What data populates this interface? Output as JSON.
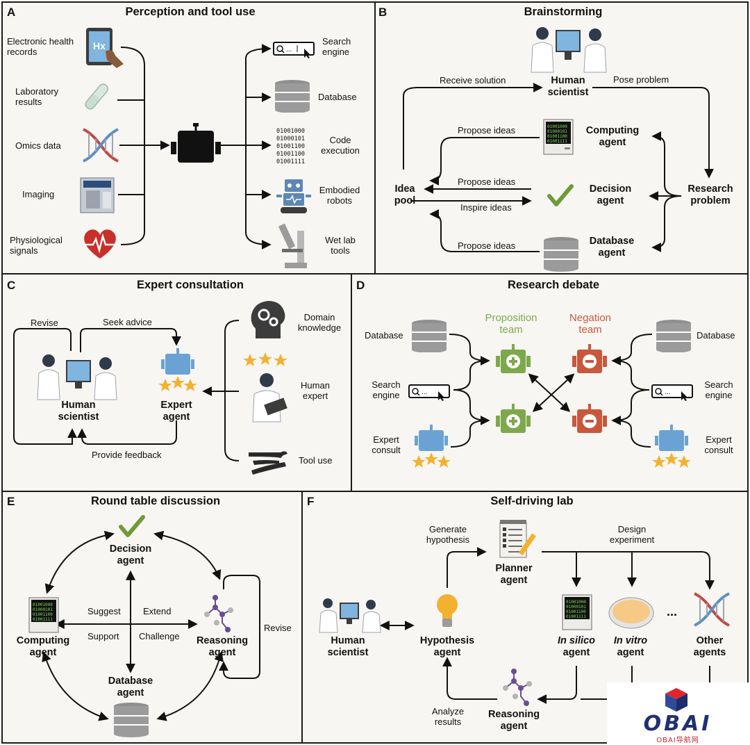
{
  "panels": {
    "a": {
      "letter": "A",
      "title": "Perception and tool use",
      "inputs": [
        "Electronic health records",
        "Laboratory results",
        "Omics data",
        "Imaging",
        "Physiological signals"
      ],
      "tools": [
        "Search engine",
        "Database",
        "Code execution",
        "Embodied robots",
        "Wet lab tools"
      ],
      "code_lines": [
        "01001000",
        "01000101",
        "01001100",
        "01001100",
        "01001111"
      ],
      "ehr_icon_text": "Hx"
    },
    "b": {
      "letter": "B",
      "title": "Brainstorming",
      "human": "Human scientist",
      "receive": "Receive solution",
      "pose": "Pose problem",
      "propose_ideas": "Propose ideas",
      "inspire_ideas": "Inspire ideas",
      "idea_pool": "Idea pool",
      "computing_agent": "Computing agent",
      "decision_agent": "Decision agent",
      "database_agent": "Database agent",
      "research_problem": "Research problem"
    },
    "c": {
      "letter": "C",
      "title": "Expert consultation",
      "revise": "Revise",
      "seek_advice": "Seek advice",
      "provide_feedback": "Provide feedback",
      "human": "Human scientist",
      "expert_agent": "Expert agent",
      "domain_knowledge": "Domain knowledge",
      "human_expert": "Human expert",
      "tool_use": "Tool use"
    },
    "d": {
      "letter": "D",
      "title": "Research debate",
      "proposition_team": "Proposition team",
      "negation_team": "Negation team",
      "database": "Database",
      "search_engine": "Search engine",
      "expert_consult": "Expert consult"
    },
    "e": {
      "letter": "E",
      "title": "Round table discussion",
      "decision_agent": "Decision agent",
      "computing_agent": "Computing agent",
      "reasoning_agent": "Reasoning agent",
      "database_agent": "Database agent",
      "suggest": "Suggest",
      "extend": "Extend",
      "support": "Support",
      "challenge": "Challenge",
      "revise": "Revise"
    },
    "f": {
      "letter": "F",
      "title": "Self-driving lab",
      "generate_hypothesis": "Generate hypothesis",
      "design_experiment": "Design experiment",
      "planner_agent": "Planner agent",
      "human": "Human scientist",
      "hypothesis_agent": "Hypothesis agent",
      "in_silico": "In silico",
      "in_vitro": "In vitro",
      "agent_word": "agent",
      "other_agents": "Other agents",
      "ellipsis": "...",
      "reasoning_agent": "Reasoning agent",
      "analyze_results": "Analyze results"
    }
  },
  "watermark": {
    "brand": "OBAI",
    "sub": "OBAI导航网"
  },
  "colors": {
    "green": "#7ea84c",
    "red": "#c8583c",
    "blue": "#6aa3d3",
    "star": "#f3b12f",
    "purple": "#6a4c93",
    "check": "#6f9a3a"
  }
}
